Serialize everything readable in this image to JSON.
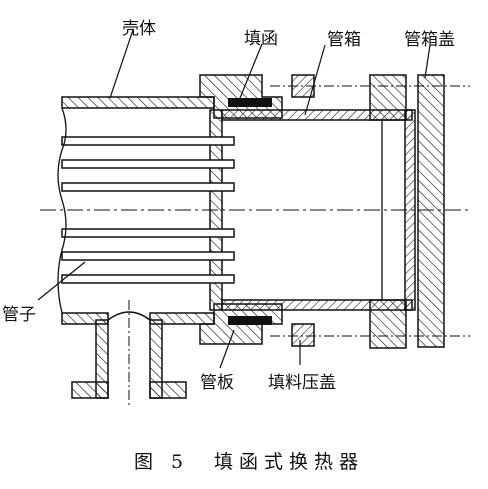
{
  "labels": {
    "shell": "壳体",
    "packing_box": "填函",
    "tube_box": "管箱",
    "tube_box_cover": "管箱盖",
    "tubes": "管子",
    "tube_sheet": "管板",
    "packing_gland": "填料压盖"
  },
  "caption": {
    "figure": "图 5",
    "title": "填函式换热器"
  }
}
